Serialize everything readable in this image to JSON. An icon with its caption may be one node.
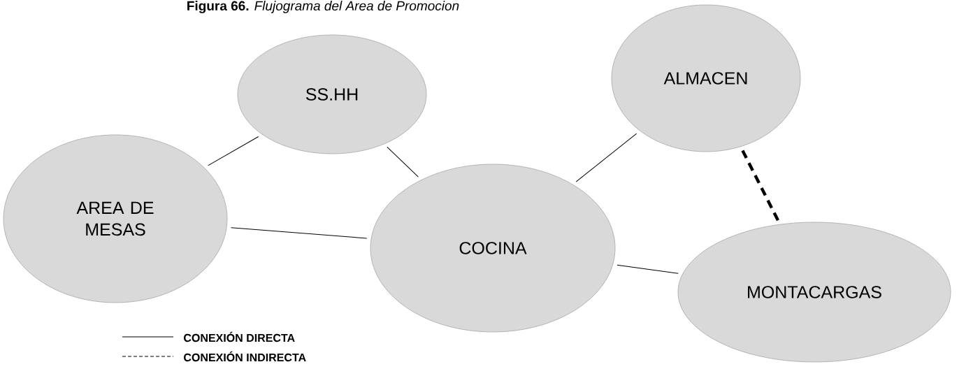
{
  "diagram": {
    "title": "**Figura 66.** *Flujograma del Area de Promocion*",
    "nodes": [
      {
        "text": [
          "SS.HH"
        ]
      },
      {
        "text": [
          "ALMACEN"
        ]
      },
      {
        "text": [
          "AREA DE MESAS"
        ]
      },
      {
        "text": [
          "COCINA"
        ]
      },
      {
        "text": [
          "MONTACARGAS"
        ]
      }
    ],
    "edges": [
      {
        "from": 2,
        "to": 0,
        "arrow": "none"
      },
      {
        "from": 0,
        "to": 3,
        "arrow": "none"
      },
      {
        "from": 2,
        "to": 3,
        "arrow": "none"
      },
      {
        "from": 3,
        "to": 1,
        "arrow": "none"
      },
      {
        "from": 3,
        "to": 4,
        "arrow": "none"
      },
      {
        "from": 1,
        "to": 4,
        "arrow": "none",
        "style": "dashed"
      }
    ],
    "legend": [
      {
        "text": "CONEXIÓN DIRECTA"
      },
      {
        "text": "CONEXIÓN INDIRECTA"
      }
    ]
  }
}
